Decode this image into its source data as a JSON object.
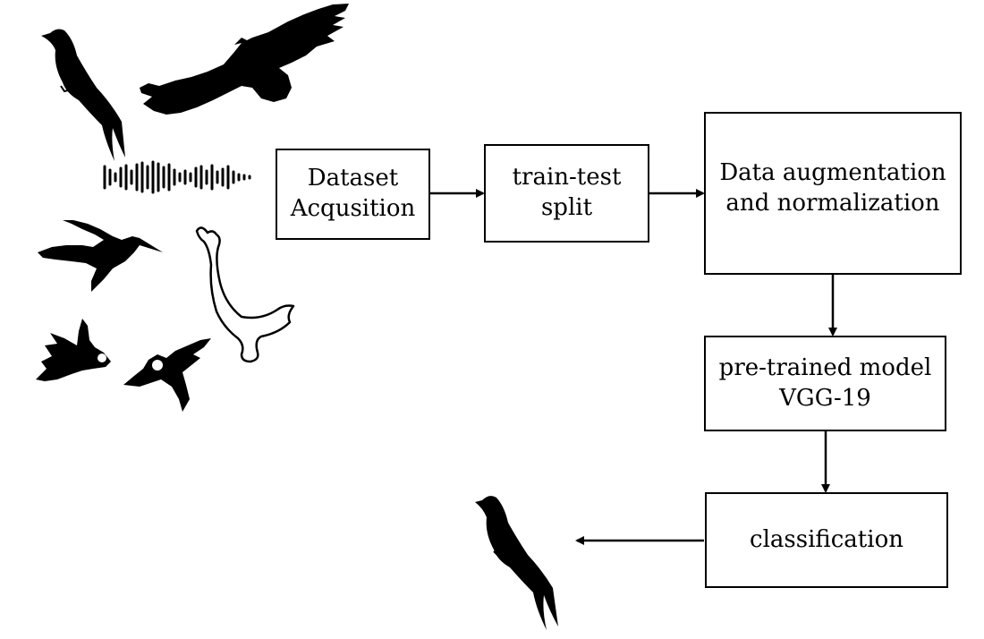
{
  "steps": {
    "dataset": {
      "line1": "Dataset",
      "line2": "Acqusition"
    },
    "split": {
      "line1": "train-test",
      "line2": "split"
    },
    "augment": {
      "line1": "Data augmentation",
      "line2": "and normalization"
    },
    "vgg": {
      "line1": "pre-trained model",
      "line2": "VGG-19"
    },
    "classification": {
      "line1": "classification"
    }
  },
  "icons": {
    "inputs": [
      "swallow-icon",
      "eagle-icon",
      "sound-wave-icon",
      "hummingbird-icon",
      "goose-outline-icon",
      "sparrow-icon",
      "magpie-icon"
    ],
    "output": "swallow-output-icon"
  },
  "colors": {
    "stroke": "#000000",
    "fill": "#000000",
    "background": "#ffffff"
  }
}
